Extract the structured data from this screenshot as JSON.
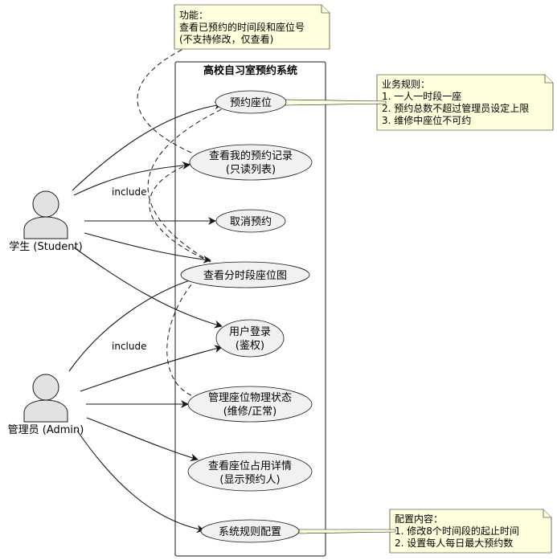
{
  "system": {
    "title": "高校自习室预约系统"
  },
  "actors": [
    {
      "label": "学生 (Student)"
    },
    {
      "label": "管理员 (Admin)"
    }
  ],
  "use_cases": [
    {
      "lines": [
        "预约座位"
      ]
    },
    {
      "lines": [
        "查看我的预约记录",
        "(只读列表)"
      ]
    },
    {
      "lines": [
        "取消预约"
      ]
    },
    {
      "lines": [
        "查看分时段座位图"
      ]
    },
    {
      "lines": [
        "用户登录",
        "(鉴权)"
      ]
    },
    {
      "lines": [
        "管理座位物理状态",
        "(维修/正常)"
      ]
    },
    {
      "lines": [
        "查看座位占用详情",
        "(显示预约人)"
      ]
    },
    {
      "lines": [
        "系统规则配置"
      ]
    }
  ],
  "notes": [
    {
      "lines": [
        "功能：",
        "查看已预约的时间段和座位号",
        "(不支持修改，仅查看)"
      ]
    },
    {
      "lines": [
        "业务规则：",
        "1. 一人一时段一座",
        "2. 预约总数不超过管理员设定上限",
        "3. 维修中座位不可约"
      ]
    },
    {
      "lines": [
        "配置内容：",
        "1. 修改8个时间段的起止时间",
        "2. 设置每人每日最大预约数"
      ]
    }
  ],
  "include_labels": [
    "include",
    "include"
  ]
}
